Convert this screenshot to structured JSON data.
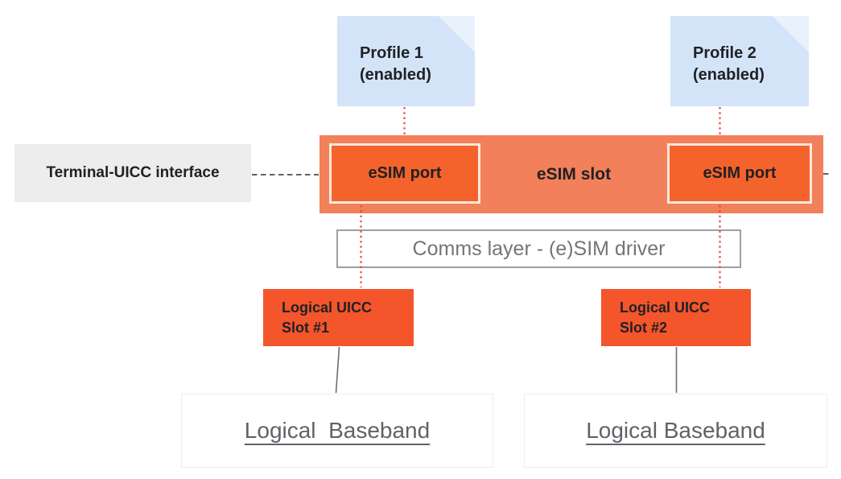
{
  "colors": {
    "profile_fill": "#D3E4F9",
    "profile_fold": "#E9F1FC",
    "terminal_fill": "#EDEDED",
    "slot_bar": "#F2805A",
    "port_fill": "#F5632C",
    "port_border": "#F7E9DD",
    "uicc_fill": "#F4552B",
    "text_dark": "#202124",
    "comms_border": "#9AA0A6",
    "comms_text": "#757575",
    "baseband_text": "#5F6368",
    "baseband_border": "#EDEDED",
    "red_dotted": "#EA4335",
    "dash_gray": "#5F6368",
    "gray_line": "#6E6E6E"
  },
  "profiles": [
    {
      "name": "Profile 1",
      "state": "(enabled)"
    },
    {
      "name": "Profile 2",
      "state": "(enabled)"
    }
  ],
  "terminal_interface": {
    "label": "Terminal-UICC interface"
  },
  "esim_slot": {
    "label": "eSIM slot",
    "ports": [
      {
        "label": "eSIM port"
      },
      {
        "label": "eSIM port"
      }
    ]
  },
  "comms_layer": {
    "label": "Comms layer - (e)SIM driver"
  },
  "logical_uicc_slots": [
    {
      "name": "Logical UICC",
      "slot": "Slot #1"
    },
    {
      "name": "Logical UICC",
      "slot": "Slot #2"
    }
  ],
  "basebands": [
    {
      "label": "Logical  Baseband"
    },
    {
      "label": "Logical Baseband"
    }
  ]
}
